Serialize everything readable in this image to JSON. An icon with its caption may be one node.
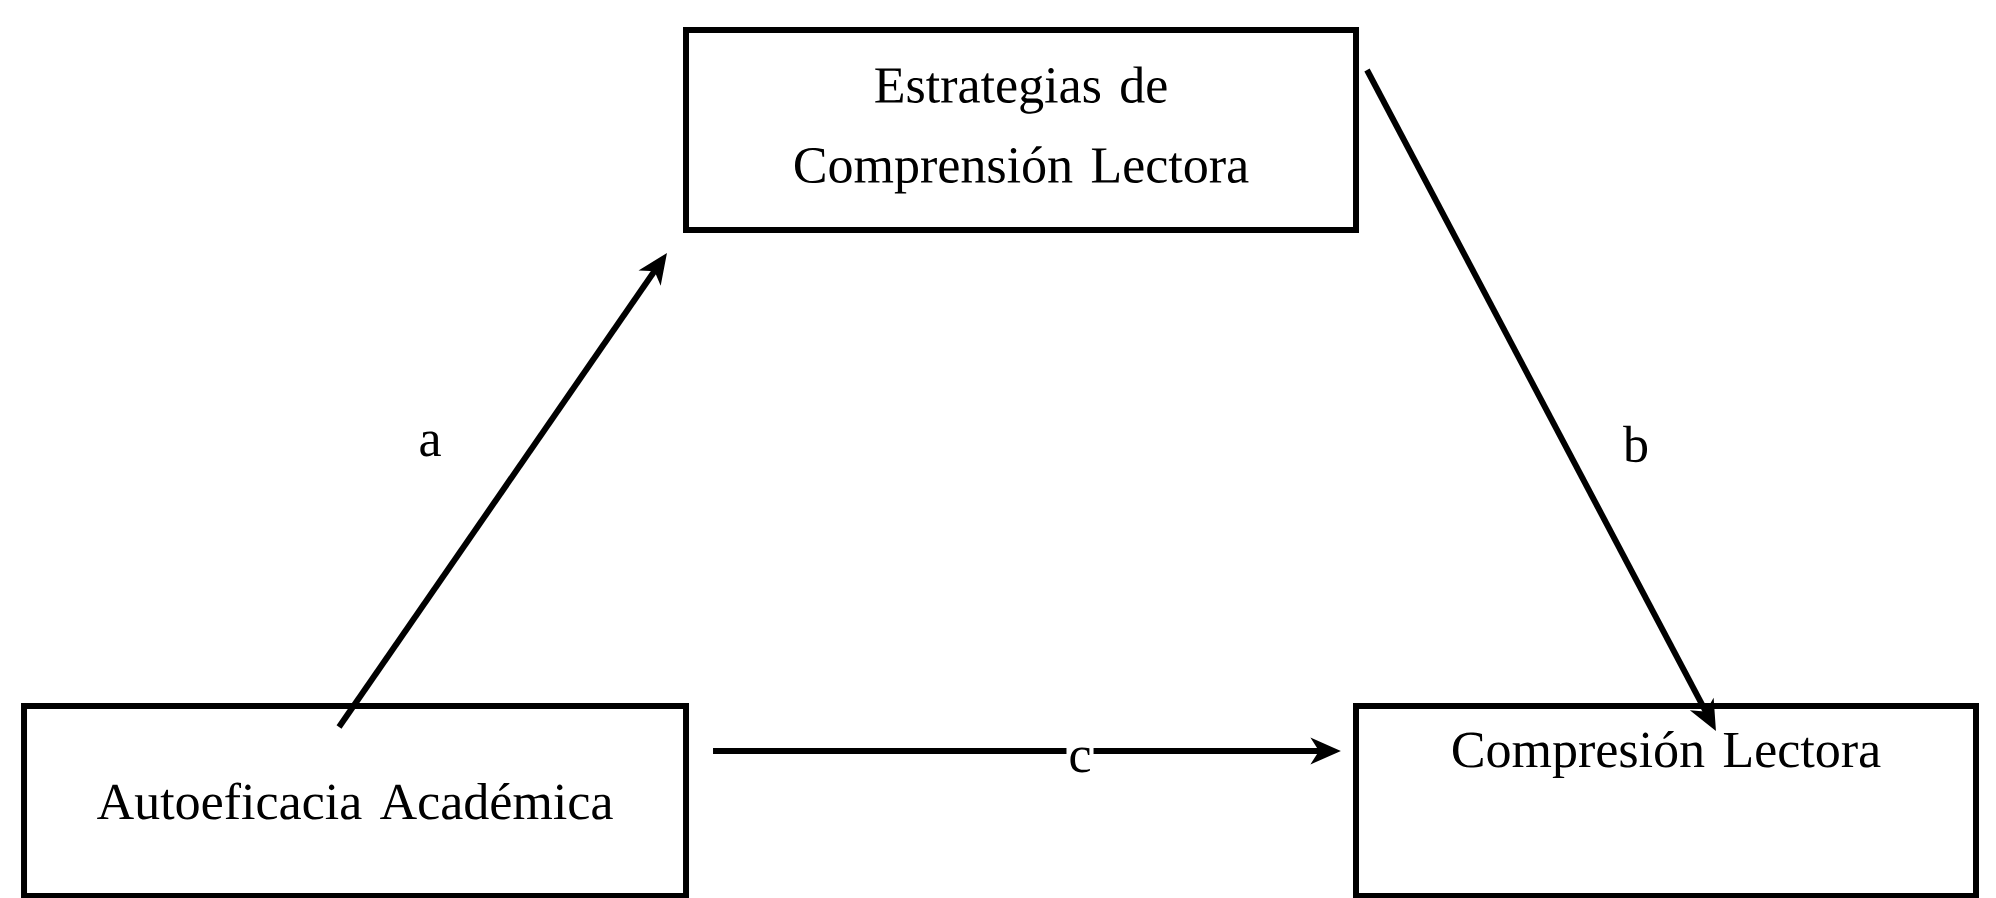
{
  "diagram": {
    "nodes": [
      {
        "text": [
          "Estrategias de Comprensión Lectora"
        ]
      },
      {
        "text": [
          "Autoeficacia Académica"
        ]
      },
      {
        "text": [
          "Compresión Lectora"
        ]
      }
    ],
    "edges": [
      {
        "from": 1,
        "to": 0,
        "arrow": "to",
        "label": "a"
      },
      {
        "from": 0,
        "to": 2,
        "arrow": "to",
        "label": "b"
      },
      {
        "from": 1,
        "to": 2,
        "arrow": "to",
        "label": "c"
      }
    ]
  }
}
